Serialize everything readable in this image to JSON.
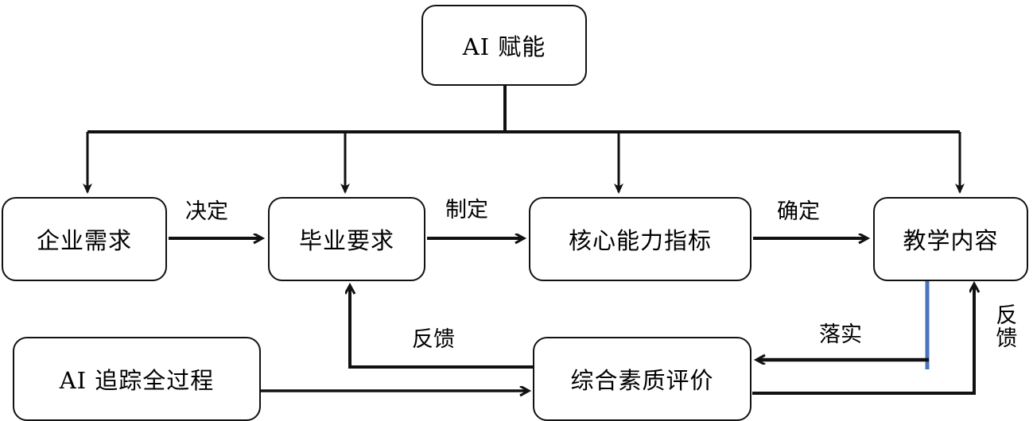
{
  "diagram": {
    "title": "AI 赋能",
    "nodes": [
      {
        "id": "ai-enable",
        "label": "AI 赋能"
      },
      {
        "id": "enterprise-needs",
        "label": "企业需求"
      },
      {
        "id": "graduation-req",
        "label": "毕业要求"
      },
      {
        "id": "core-ability",
        "label": "核心能力指标"
      },
      {
        "id": "teaching-content",
        "label": "教学内容"
      },
      {
        "id": "ai-tracking",
        "label": "AI 追踪全过程"
      },
      {
        "id": "quality-eval",
        "label": "综合素质评价"
      }
    ],
    "edge_labels": {
      "decide": "决定",
      "formulate": "制定",
      "determine": "确定",
      "feedback_left": "反馈",
      "implement": "落实",
      "feedback_right": "反馈"
    },
    "colors": {
      "stroke": "#111111",
      "accent_blue": "#4A74C0",
      "background": "#ffffff",
      "text": "#000000"
    }
  }
}
